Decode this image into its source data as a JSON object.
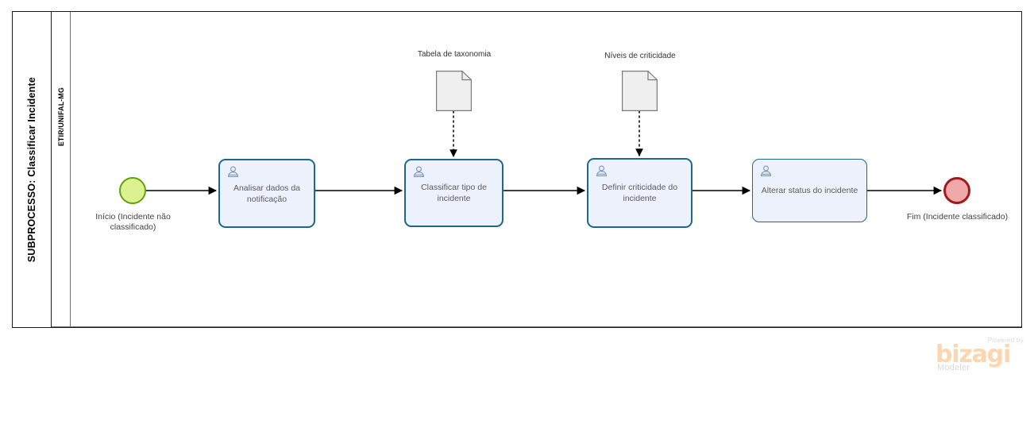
{
  "diagram": {
    "type": "bpmn-process",
    "pool": {
      "label": "SUBPROCESSO: Classificar Incidente"
    },
    "lane": {
      "label": "ETIR/UNIFAL-MG"
    },
    "events": [
      {
        "id": "start",
        "kind": "start-event",
        "label": "Início (Incidente não classificado)",
        "fill": "#DCF291",
        "stroke": "#62A110"
      },
      {
        "id": "end",
        "kind": "end-event",
        "label": "Fim (Incidente classificado)",
        "fill": "#EFA9A9",
        "stroke": "#A01A1A"
      }
    ],
    "tasks": [
      {
        "id": "t1",
        "label": "Analisar dados da notificação",
        "icon": "user-task-icon"
      },
      {
        "id": "t2",
        "label": "Classificar tipo de incidente",
        "icon": "user-task-icon"
      },
      {
        "id": "t3",
        "label": "Definir criticidade do incidente",
        "icon": "user-task-icon"
      },
      {
        "id": "t4",
        "label": "Alterar status do incidente",
        "icon": "user-task-icon"
      }
    ],
    "data_objects": [
      {
        "id": "do1",
        "label": "Tabela de taxonomia",
        "attached_to": "t2"
      },
      {
        "id": "do2",
        "label": "Níveis de criticidade",
        "attached_to": "t3"
      }
    ],
    "sequence_flows": [
      {
        "from": "start",
        "to": "t1"
      },
      {
        "from": "t1",
        "to": "t2"
      },
      {
        "from": "t2",
        "to": "t3"
      },
      {
        "from": "t3",
        "to": "t4"
      },
      {
        "from": "t4",
        "to": "end"
      }
    ],
    "associations": [
      {
        "from": "do1",
        "to": "t2",
        "style": "dotted"
      },
      {
        "from": "do2",
        "to": "t3",
        "style": "dotted"
      }
    ],
    "colors": {
      "task_fill": "#EDF1FB",
      "task_stroke": "#1C688C",
      "data_fill": "#EFEFEF",
      "data_stroke": "#7a7a7a",
      "flow_stroke": "#000000",
      "pool_stroke": "#1a1a1a"
    }
  },
  "watermark": {
    "powered_by": "Powered by",
    "brand": "bizagi",
    "product": "Modeler"
  }
}
